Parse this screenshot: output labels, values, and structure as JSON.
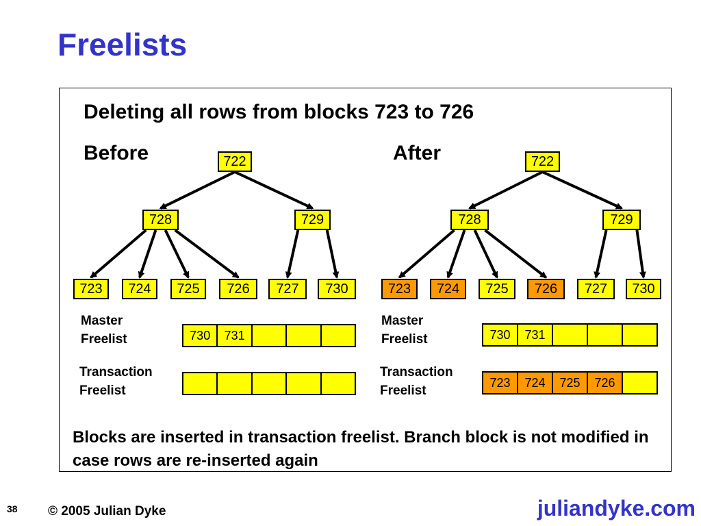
{
  "title": "Freelists",
  "heading": "Deleting all rows from blocks 723 to 726",
  "before": {
    "label": "Before",
    "root": "722",
    "branches": [
      "728",
      "729"
    ],
    "leaves": [
      {
        "label": "723",
        "state": "used"
      },
      {
        "label": "724",
        "state": "used"
      },
      {
        "label": "725",
        "state": "used"
      },
      {
        "label": "726",
        "state": "used"
      },
      {
        "label": "727",
        "state": "used"
      },
      {
        "label": "730",
        "state": "used"
      }
    ],
    "master_label": [
      "Master",
      "Freelist"
    ],
    "master_cells": [
      {
        "label": "730",
        "state": "used"
      },
      {
        "label": "731",
        "state": "used"
      },
      {
        "label": "",
        "state": "used"
      },
      {
        "label": "",
        "state": "used"
      },
      {
        "label": "",
        "state": "used"
      }
    ],
    "transaction_label": [
      "Transaction",
      "Freelist"
    ],
    "transaction_cells": [
      {
        "label": "",
        "state": "used"
      },
      {
        "label": "",
        "state": "used"
      },
      {
        "label": "",
        "state": "used"
      },
      {
        "label": "",
        "state": "used"
      },
      {
        "label": "",
        "state": "used"
      }
    ]
  },
  "after": {
    "label": "After",
    "root": "722",
    "branches": [
      "728",
      "729"
    ],
    "leaves": [
      {
        "label": "723",
        "state": "freed"
      },
      {
        "label": "724",
        "state": "freed"
      },
      {
        "label": "725",
        "state": "used"
      },
      {
        "label": "726",
        "state": "freed"
      },
      {
        "label": "727",
        "state": "used"
      },
      {
        "label": "730",
        "state": "used"
      }
    ],
    "master_label": [
      "Master",
      "Freelist"
    ],
    "master_cells": [
      {
        "label": "730",
        "state": "used"
      },
      {
        "label": "731",
        "state": "used"
      },
      {
        "label": "",
        "state": "used"
      },
      {
        "label": "",
        "state": "used"
      },
      {
        "label": "",
        "state": "used"
      }
    ],
    "transaction_label": [
      "Transaction",
      "Freelist"
    ],
    "transaction_cells": [
      {
        "label": "723",
        "state": "freed"
      },
      {
        "label": "724",
        "state": "freed"
      },
      {
        "label": "725",
        "state": "freed"
      },
      {
        "label": "726",
        "state": "freed"
      },
      {
        "label": "",
        "state": "used"
      }
    ]
  },
  "caption": "Blocks are inserted in transaction freelist. Branch block is not modified in case rows are re-inserted again",
  "footer": {
    "page_number": "38",
    "copyright": "© 2005 Julian Dyke",
    "site": "juliandyke.com"
  },
  "colors": {
    "title": "#3333cc",
    "used": "#ffff00",
    "freed": "#ff9900"
  }
}
